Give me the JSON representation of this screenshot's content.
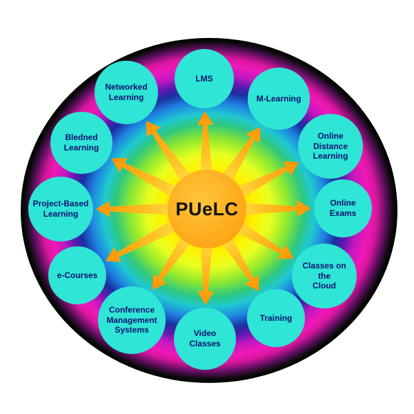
{
  "diagram": {
    "center_label": "PUeLC",
    "nodes": [
      {
        "label": "LMS"
      },
      {
        "label": "M-Learning"
      },
      {
        "label": "Online\nDistance\nLearning"
      },
      {
        "label": "Online\nExams"
      },
      {
        "label": "Classes on\nthe\nCloud"
      },
      {
        "label": "Training"
      },
      {
        "label": "Video\nClasses"
      },
      {
        "label": "Conference\nManagement\nSystems"
      },
      {
        "label": "e-Courses"
      },
      {
        "label": "Project-Based\nLearning"
      },
      {
        "label": "Bledned\nLearning"
      },
      {
        "label": "Networked\nLearning"
      }
    ],
    "colors": {
      "node_fill": "#2fe5d5",
      "node_text": "#0b1272",
      "arrow_light": "#ffdc3c",
      "arrow_dark": "#ff9300",
      "center_fill": "#ffa515",
      "center_text": "#111111"
    }
  }
}
